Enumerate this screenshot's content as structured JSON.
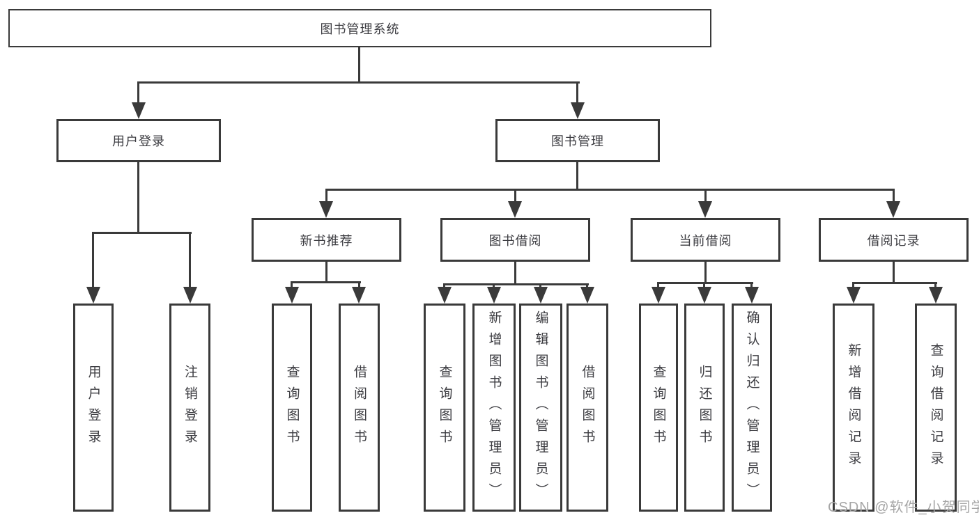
{
  "tree": {
    "label": "图书管理系统",
    "children": [
      {
        "label": "用户登录",
        "children": [
          {
            "label": "用户登录"
          },
          {
            "label": "注销登录"
          }
        ]
      },
      {
        "label": "图书管理",
        "children": [
          {
            "label": "新书推荐",
            "children": [
              {
                "label": "查询图书"
              },
              {
                "label": "借阅图书"
              }
            ]
          },
          {
            "label": "图书借阅",
            "children": [
              {
                "label": "查询图书"
              },
              {
                "label": "新增图书（管理员）"
              },
              {
                "label": "编辑图书（管理员）"
              },
              {
                "label": "借阅图书"
              }
            ]
          },
          {
            "label": "当前借阅",
            "children": [
              {
                "label": "查询图书"
              },
              {
                "label": "归还图书"
              },
              {
                "label": "确认归还（管理员）"
              }
            ]
          },
          {
            "label": "借阅记录",
            "children": [
              {
                "label": "新增借阅记录"
              },
              {
                "label": "查询借阅记录"
              }
            ]
          }
        ]
      }
    ]
  },
  "watermark": {
    "text": "CSDN @软件_小贺同学"
  },
  "colors": {
    "line": "#3a3a3a",
    "text": "#3c3c41",
    "watermark": "#a6a6a6",
    "background": "#ffffff"
  }
}
